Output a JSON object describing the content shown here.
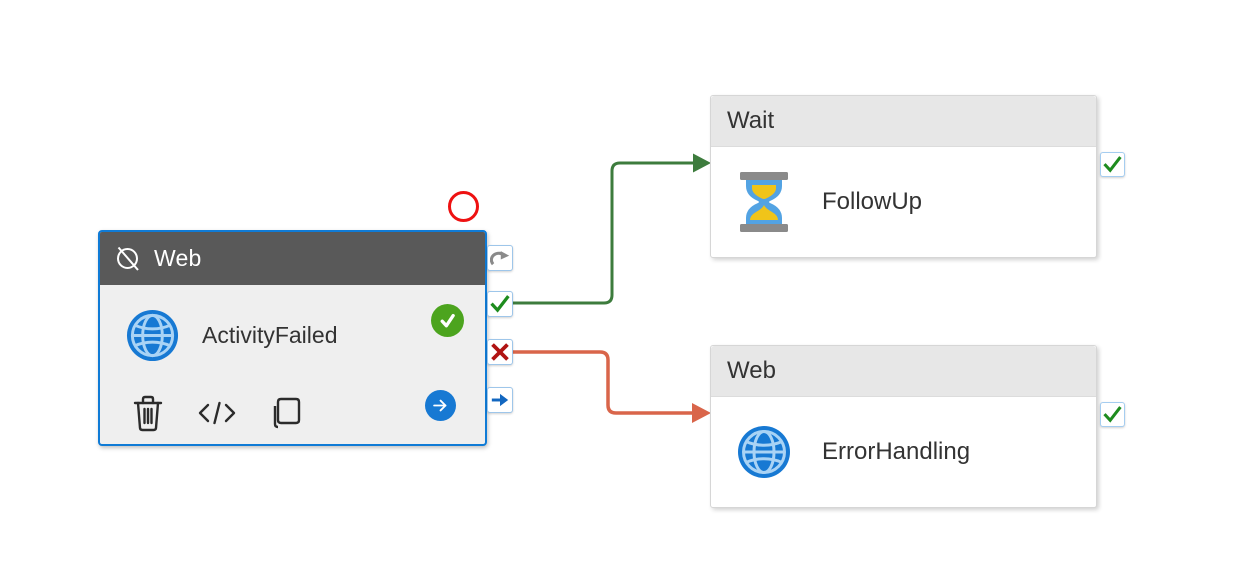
{
  "canvas": {
    "background": "#ffffff"
  },
  "main_node": {
    "type_label": "Web",
    "name": "ActivityFailed",
    "header_icon": "deactivated-slash-circle-icon",
    "activity_icon": "web-globe-icon",
    "status": "succeeded",
    "status_icon": "green-check-circle",
    "toolbar_icons": [
      "delete-trash-icon",
      "code-icon",
      "copy-icon",
      "open-arrow-button"
    ],
    "ports": [
      {
        "id": "retry",
        "icon": "gray-curved-arrow-icon"
      },
      {
        "id": "success",
        "icon": "green-check-icon"
      },
      {
        "id": "failure",
        "icon": "red-x-icon"
      },
      {
        "id": "completion",
        "icon": "blue-arrow-icon"
      }
    ]
  },
  "wait_node": {
    "type_label": "Wait",
    "name": "FollowUp",
    "activity_icon": "hourglass-icon",
    "run_status_icon": "green-check-badge"
  },
  "web2_node": {
    "type_label": "Web",
    "name": "ErrorHandling",
    "activity_icon": "web-globe-icon",
    "run_status_icon": "green-check-badge"
  },
  "connections": [
    {
      "type": "success",
      "from": "ActivityFailed",
      "to": "FollowUp",
      "color": "#3d7c3d"
    },
    {
      "type": "failure",
      "from": "ActivityFailed",
      "to": "ErrorHandling",
      "color": "#d9654a"
    }
  ],
  "annotation": {
    "shape": "red-circle-outline",
    "color": "#ee1111"
  },
  "colors": {
    "selection_blue": "#0f7bd6",
    "header_dark": "#595959",
    "header_light": "#e7e7e7",
    "accent_blue": "#1779d3",
    "success_green_line": "#3d7c3d",
    "failure_orange_line": "#d9654a",
    "badge_green": "#4ca41e",
    "port_check_green": "#1e8c1e",
    "port_x_red": "#b01312"
  }
}
